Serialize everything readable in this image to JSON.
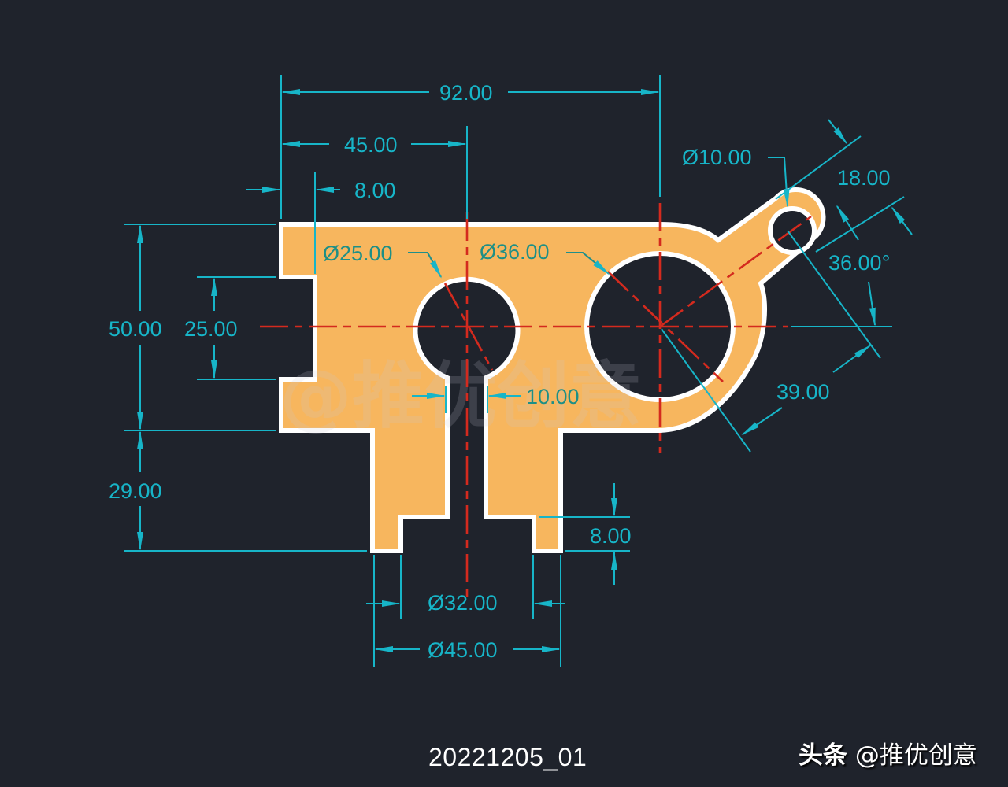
{
  "drawing": {
    "background": "#1f232c",
    "part_color": "#f7b65e",
    "dimension_color": "#17b5c8",
    "centerline_color": "#d42a1e",
    "dimensions": {
      "overall_width": "92.00",
      "center_offset": "45.00",
      "left_step": "8.00",
      "diameter_left_hole": "Ø25.00",
      "diameter_right_hole": "Ø36.00",
      "diameter_small_hole": "Ø10.00",
      "lug_width": "18.00",
      "lug_angle": "36.00°",
      "lug_distance": "39.00",
      "overall_height": "50.00",
      "notch_height": "25.00",
      "leg_height": "29.00",
      "slot_width": "10.00",
      "leg_step": "8.00",
      "inner_diameter_legs": "Ø32.00",
      "outer_diameter_legs": "Ø45.00"
    },
    "watermark": "@推优创意"
  },
  "footer": {
    "caption": "20221205_01",
    "brand_prefix": "头条",
    "brand_handle": "@推优创意"
  }
}
